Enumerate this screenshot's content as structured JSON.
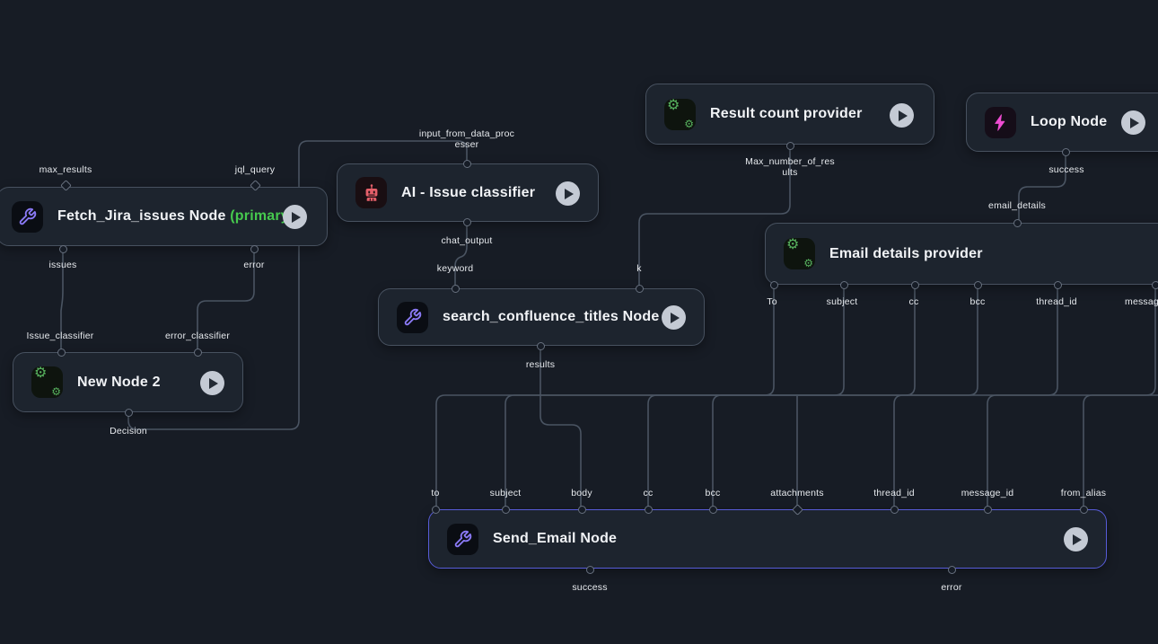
{
  "canvas": {
    "background": "#171c25",
    "node_background": "#1d242e",
    "node_border": "#47515f",
    "selected_border": "#575cd8",
    "wire_color": "#4a5462",
    "primary_green": "#46c94e",
    "icon_purple": "#8b7af7",
    "icon_red": "#e5606a",
    "icon_green": "#57b15e",
    "icon_pink": "#ee4cd1"
  },
  "nodes": {
    "fetch": {
      "title": "Fetch_Jira_issues Node",
      "suffix": "(primary)",
      "icon": "wrench-icon"
    },
    "ai": {
      "title": "AI - Issue classifier",
      "icon": "robot-icon"
    },
    "result": {
      "title": "Result count provider",
      "icon": "gears-icon"
    },
    "loop": {
      "title": "Loop Node",
      "icon": "lightning-icon"
    },
    "email": {
      "title": "Email details provider",
      "icon": "gears-icon"
    },
    "search": {
      "title": "search_confluence_titles Node",
      "icon": "wrench-icon"
    },
    "new2": {
      "title": "New Node 2",
      "icon": "gears-icon"
    },
    "send": {
      "title": "Send_Email Node",
      "icon": "wrench-icon"
    }
  },
  "wire_labels": {
    "fetch_in_max_results": "max_results",
    "fetch_in_jql_query": "jql_query",
    "fetch_out_issues": "issues",
    "fetch_out_error": "error",
    "ai_in_input": "input_from_data_processer",
    "ai_out_chat_output": "chat_output",
    "search_in_keyword": "keyword",
    "search_in_k": "k",
    "search_out_results": "results",
    "result_out_max_number": "Max_number_of_results",
    "loop_out_success": "success",
    "email_in_email_details": "email_details",
    "email_out_to": "To",
    "email_out_subject": "subject",
    "email_out_cc": "cc",
    "email_out_bcc": "bcc",
    "email_out_thread_id": "thread_id",
    "email_out_message_id": "message_id",
    "new2_in_issue_classifier": "Issue_classifier",
    "new2_in_error_classifier": "error_classifier",
    "new2_out_decision": "Decision",
    "send_in_to": "to",
    "send_in_subject": "subject",
    "send_in_body": "body",
    "send_in_cc": "cc",
    "send_in_bcc": "bcc",
    "send_in_attachments": "attachments",
    "send_in_thread_id": "thread_id",
    "send_in_message_id": "message_id",
    "send_in_from_alias": "from_alias",
    "send_out_success": "success",
    "send_out_error": "error"
  }
}
